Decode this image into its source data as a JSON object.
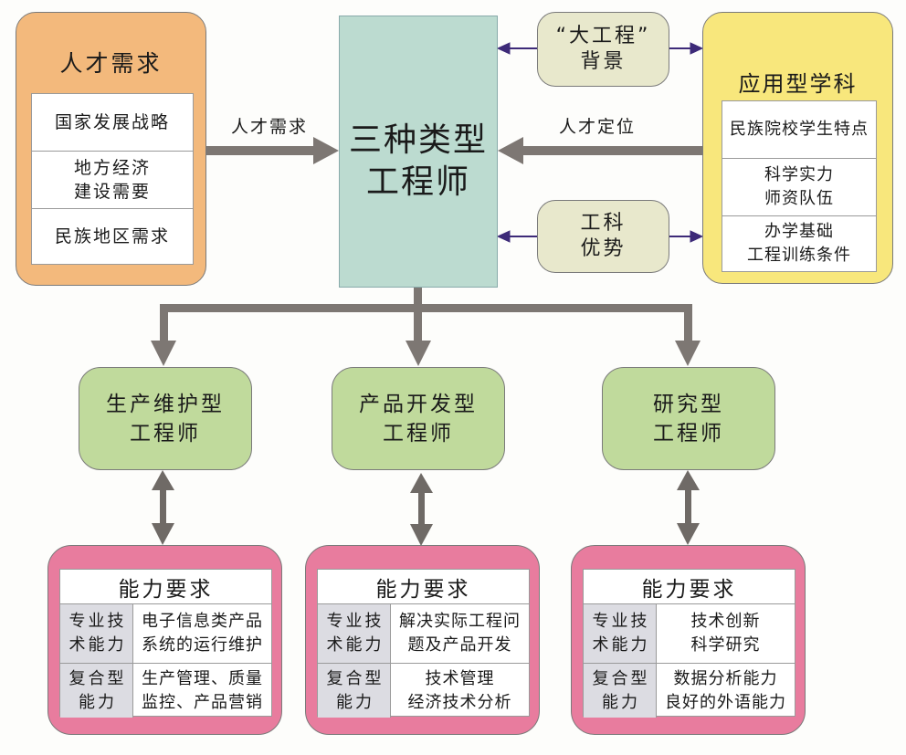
{
  "demand": {
    "title": "人才需求",
    "items": [
      "国家发展战略",
      "地方经济\n建设需要",
      "民族地区需求"
    ],
    "arrow_label": "人才需求"
  },
  "engineers": {
    "title": "三种类型\n工程师"
  },
  "background_box": {
    "label": "“大工程”\n背景"
  },
  "advantage_box": {
    "label": "工科\n优势"
  },
  "discipline": {
    "title": "应用型学科",
    "items": [
      "民族院校学生特点",
      "科学实力\n师资队伍",
      "办学基础\n工程训练条件"
    ],
    "arrow_label": "人才定位"
  },
  "types": [
    {
      "name": "生产维护型\n工程师",
      "requirements": {
        "title": "能力要求",
        "rows": [
          {
            "label": "专业技\n术能力",
            "value": "电子信息类产品\n系统的运行维护"
          },
          {
            "label": "复合型\n能力",
            "value": "生产管理、质量\n监控、产品营销"
          }
        ]
      }
    },
    {
      "name": "产品开发型\n工程师",
      "requirements": {
        "title": "能力要求",
        "rows": [
          {
            "label": "专业技\n术能力",
            "value": "解决实际工程问\n题及产品开发"
          },
          {
            "label": "复合型\n能力",
            "value": "技术管理\n经济技术分析"
          }
        ]
      }
    },
    {
      "name": "研究型\n工程师",
      "requirements": {
        "title": "能力要求",
        "rows": [
          {
            "label": "专业技\n术能力",
            "value": "技术创新\n科学研究"
          },
          {
            "label": "复合型\n能力",
            "value": "数据分析能力\n良好的外语能力"
          }
        ]
      }
    }
  ],
  "colors": {
    "demand": "#f3b97c",
    "engineers": "#bcdbd0",
    "discipline": "#f8e77c",
    "context": "#e8e8cc",
    "type": "#c0da9c",
    "requirements": "#e87c9e",
    "arrow_gray": "#7d7773",
    "arrow_purple": "#3d2a78"
  }
}
